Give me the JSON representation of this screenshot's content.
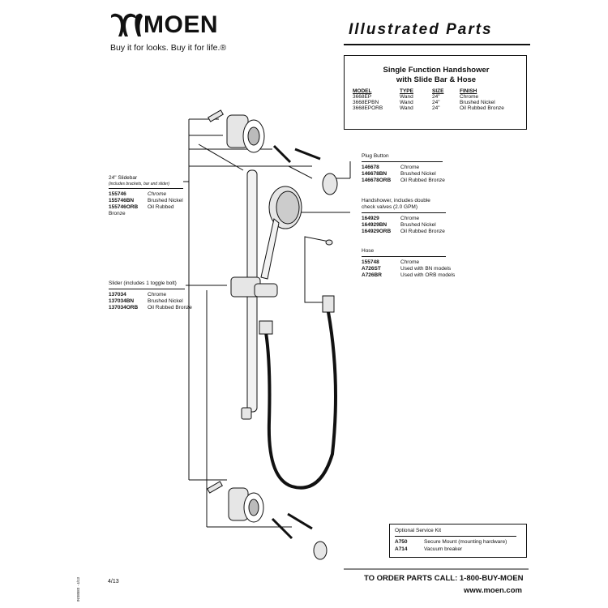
{
  "header": {
    "brand": "MOEN",
    "tagline": "Buy it for looks. Buy it for life.®",
    "doc_title": "Illustrated Parts"
  },
  "product": {
    "title_line1": "Single Function Handshower",
    "title_line2": "with Slide Bar & Hose",
    "columns": [
      "MODEL",
      "TYPE",
      "SIZE",
      "FINISH"
    ],
    "rows": [
      [
        "3668EP",
        "Wand",
        "24\"",
        "Chrome"
      ],
      [
        "3668EPBN",
        "Wand",
        "24\"",
        "Brushed Nickel"
      ],
      [
        "3668EPORB",
        "Wand",
        "24\"",
        "Oil Rubbed Bronze"
      ]
    ]
  },
  "parts": {
    "slidebar": {
      "title": "24\" Slidebar",
      "note": "(includes brackets, bar and slider)",
      "items": [
        [
          "155746",
          "Chrome"
        ],
        [
          "155746BN",
          "Brushed Nickel"
        ],
        [
          "155746ORB",
          "Oil Rubbed Bronze"
        ]
      ]
    },
    "slider": {
      "title": "Slider (includes 1 toggle bolt)",
      "items": [
        [
          "137034",
          "Chrome"
        ],
        [
          "137034BN",
          "Brushed Nickel"
        ],
        [
          "137034ORB",
          "Oil Rubbed Bronze"
        ]
      ]
    },
    "plug_button": {
      "title": "Plug Button",
      "items": [
        [
          "146678",
          "Chrome"
        ],
        [
          "146678BN",
          "Brushed Nickel"
        ],
        [
          "146678ORB",
          "Oil Rubbed Bronze"
        ]
      ]
    },
    "handshower": {
      "title_line1": "Handshower, includes double",
      "title_line2": "check valves (2.0 GPM)",
      "items": [
        [
          "164929",
          "Chrome"
        ],
        [
          "164929BN",
          "Brushed Nickel"
        ],
        [
          "164929ORB",
          "Oil Rubbed Bronze"
        ]
      ]
    },
    "hose": {
      "title": "Hose",
      "items": [
        [
          "155748",
          "Chrome"
        ],
        [
          "A726ST",
          "Used with BN models"
        ],
        [
          "A726BR",
          "Used with ORB models"
        ]
      ]
    }
  },
  "service_kit": {
    "title": "Optional Service Kit",
    "items": [
      [
        "A750",
        "Secure Mount (mounting hardware)"
      ],
      [
        "A714",
        "Vacuum breaker"
      ]
    ]
  },
  "footer": {
    "order_text": "TO ORDER PARTS CALL:  1-800-BUY-MOEN",
    "website": "www.moen.com",
    "date_code": "4/13",
    "vertical_code": "INS8583 · 4/13"
  },
  "colors": {
    "ink": "#111111",
    "paper": "#ffffff",
    "part_fill": "#e6e6e6"
  }
}
